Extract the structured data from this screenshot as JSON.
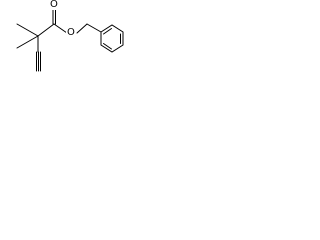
{
  "molecule": {
    "atoms": [
      {
        "id": "O1",
        "label": "O"
      },
      {
        "id": "O2",
        "label": "O"
      }
    ],
    "colors": {
      "bond": "#000000",
      "label": "#000000",
      "background": "#ffffff"
    }
  }
}
